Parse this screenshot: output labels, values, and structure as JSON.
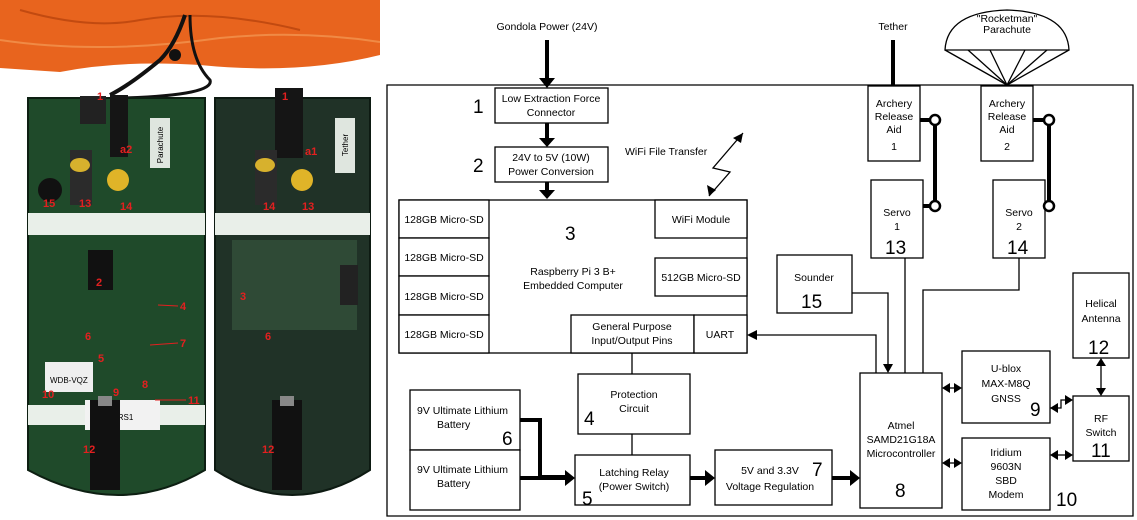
{
  "photo": {
    "board1_tag": "Parachute",
    "board2_tag": "Tether",
    "label_drs": "DRS1",
    "label_wdb": "WDB-VQZ",
    "n1": "1",
    "n2": "2",
    "n3": "3",
    "n4": "4",
    "n5": "5",
    "n6": "6",
    "n7": "7",
    "n8": "8",
    "n9": "9",
    "n10": "10",
    "n11": "11",
    "n12": "12",
    "n13": "13",
    "n14": "14",
    "n15": "15",
    "a1": "a1",
    "a2": "a2"
  },
  "diagram": {
    "inputs": {
      "gondola_power": "Gondola Power (24V)",
      "tether": "Tether",
      "parachute_l1": "\"Rocketman\"",
      "parachute_l2": "Parachute",
      "wifi_transfer": "WiFi File Transfer"
    },
    "blocks": {
      "connector": {
        "l1": "Low Extraction Force",
        "l2": "Connector",
        "num": "1"
      },
      "power_conv": {
        "l1": "24V to 5V (10W)",
        "l2": "Power Conversion",
        "num": "2"
      },
      "rpi": {
        "l1": "Raspberry Pi 3 B+",
        "l2": "Embedded Computer",
        "num": "3"
      },
      "sd1": "128GB Micro-SD",
      "sd2": "128GB Micro-SD",
      "sd3": "128GB Micro-SD",
      "sd4": "128GB Micro-SD",
      "wifi_module": "WiFi Module",
      "sd512": "512GB Micro-SD",
      "gpio": {
        "l1": "General Purpose",
        "l2": "Input/Output Pins"
      },
      "uart": "UART",
      "protection": {
        "l1": "Protection",
        "l2": "Circuit",
        "num": "4"
      },
      "battery1": {
        "l1": "9V Ultimate Lithium",
        "l2": "Battery",
        "num": "6"
      },
      "battery2": {
        "l1": "9V Ultimate Lithium",
        "l2": "Battery"
      },
      "relay": {
        "l1": "Latching Relay",
        "l2": "(Power Switch)",
        "num": "5"
      },
      "regulation": {
        "l1": "5V and 3.3V",
        "l2": "Voltage Regulation",
        "num": "7"
      },
      "mcu": {
        "l1": "Atmel",
        "l2": "SAMD21G18A",
        "l3": "Microcontroller",
        "num": "8"
      },
      "gnss": {
        "l1": "U-blox",
        "l2": "MAX-M8Q",
        "l3": "GNSS",
        "num": "9"
      },
      "iridium": {
        "l1": "Iridium",
        "l2": "9603N",
        "l3": "SBD",
        "l4": "Modem",
        "num": "10"
      },
      "rf_switch": {
        "l1": "RF",
        "l2": "Switch",
        "num": "11"
      },
      "antenna": {
        "l1": "Helical",
        "l2": "Antenna",
        "num": "12"
      },
      "servo1": {
        "l1": "Servo",
        "l2": "1",
        "num": "13"
      },
      "servo2": {
        "l1": "Servo",
        "l2": "2",
        "num": "14"
      },
      "sounder": {
        "l1": "Sounder",
        "num": "15"
      },
      "archery1": {
        "l1": "Archery",
        "l2": "Release",
        "l3": "Aid",
        "l4": "1"
      },
      "archery2": {
        "l1": "Archery",
        "l2": "Release",
        "l3": "Aid",
        "l4": "2"
      }
    }
  },
  "colors": {
    "pcb_green": "#1f4a2a",
    "pcb_dark": "#203227",
    "annotation_red": "#e32020",
    "parachute_orange": "#e8641e",
    "line": "#000000"
  }
}
